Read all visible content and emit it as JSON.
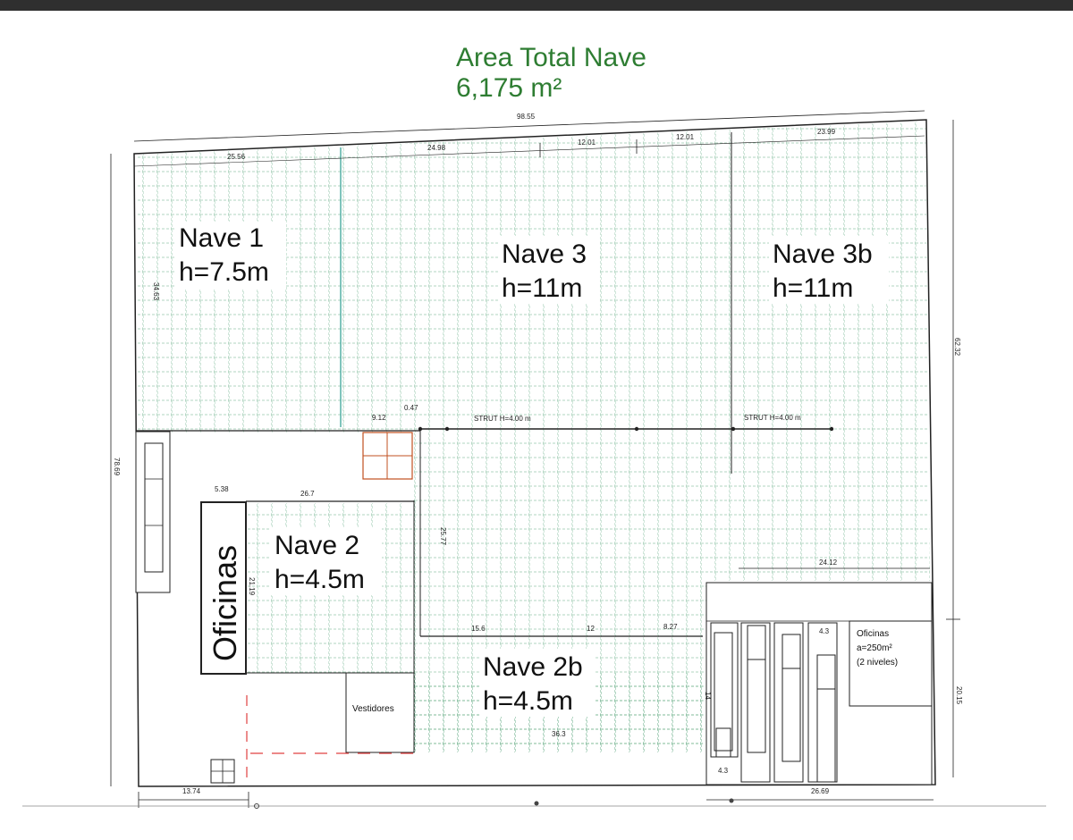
{
  "title": {
    "line1": "Area Total Nave",
    "line2": "6,175 m²"
  },
  "colors": {
    "title": "#2e7d32",
    "grid": "#2f8f5b",
    "walls": "#222222",
    "accent_pink": "#d8a0b8",
    "accent_red": "#e04040"
  },
  "zones": {
    "nave1": {
      "name": "Nave 1",
      "height": "h=7.5m"
    },
    "nave3": {
      "name": "Nave 3",
      "height": "h=11m"
    },
    "nave3b": {
      "name": "Nave 3b",
      "height": "h=11m"
    },
    "nave2": {
      "name": "Nave 2",
      "height": "h=4.5m"
    },
    "nave2b": {
      "name": "Nave 2b",
      "height": "h=4.5m"
    },
    "oficinas_main": {
      "name": "Oficinas"
    },
    "vestidores": {
      "name": "Vestidores"
    },
    "oficinas_small": {
      "line1": "Oficinas",
      "line2": "a=250m²",
      "line3": "(2 niveles)"
    }
  },
  "dimensions": {
    "top_total": "98.55",
    "top_1": "25.56",
    "top_2": "24.98",
    "top_3": "12.01",
    "top_4": "12.01",
    "top_5": "23.99",
    "left_total": "78.69",
    "left_nave1": "34.63",
    "right_upper": "62.32",
    "right_lower": "20.15",
    "strut_gap": "9.12",
    "strut_small": "0.47",
    "strut_1": "STRUT H=4.00 m",
    "strut_2": "STRUT H=4.00 m",
    "ofi_width": "5.38",
    "nave2_width": "26.7",
    "nave2_height": "21.19",
    "nave3_inner": "25.77",
    "mid_1": "15.6",
    "mid_2": "12",
    "mid_3": "8.27",
    "nave3b_lower": "24.12",
    "nave2b_bottom": "36.3",
    "bottom_left": "13.74",
    "bottom_right": "26.69",
    "dock_small_1": "4.3",
    "dock_small_2": "4.3",
    "dock_side": "14"
  }
}
